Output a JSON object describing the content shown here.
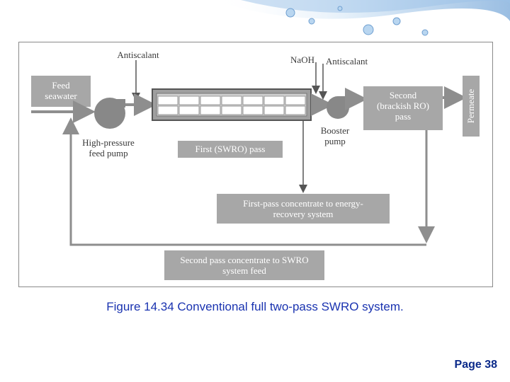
{
  "diagram": {
    "feed_seawater": "Feed\nseawater",
    "antiscalant_left": "Antiscalant",
    "naoh": "NaOH",
    "antiscalant_right": "Antiscalant",
    "high_pressure_pump": "High-pressure\nfeed pump",
    "first_pass": "First (SWRO) pass",
    "booster_pump": "Booster\npump",
    "second_pass": "Second\n(brackish RO)\npass",
    "permeate": "Permeate",
    "first_pass_concentrate": "First-pass concentrate to energy-\nrecovery system",
    "second_pass_concentrate": "Second pass concentrate to SWRO\nsystem feed"
  },
  "caption": "Figure 14.34 Conventional full two-pass SWRO system.",
  "page_number": "Page 38",
  "colors": {
    "box_gray": "#a7a7a7",
    "line_gray": "#8e8e8e",
    "dark_gray": "#555555",
    "caption_blue": "#1a33b0",
    "page_blue": "#0b2a8a"
  }
}
